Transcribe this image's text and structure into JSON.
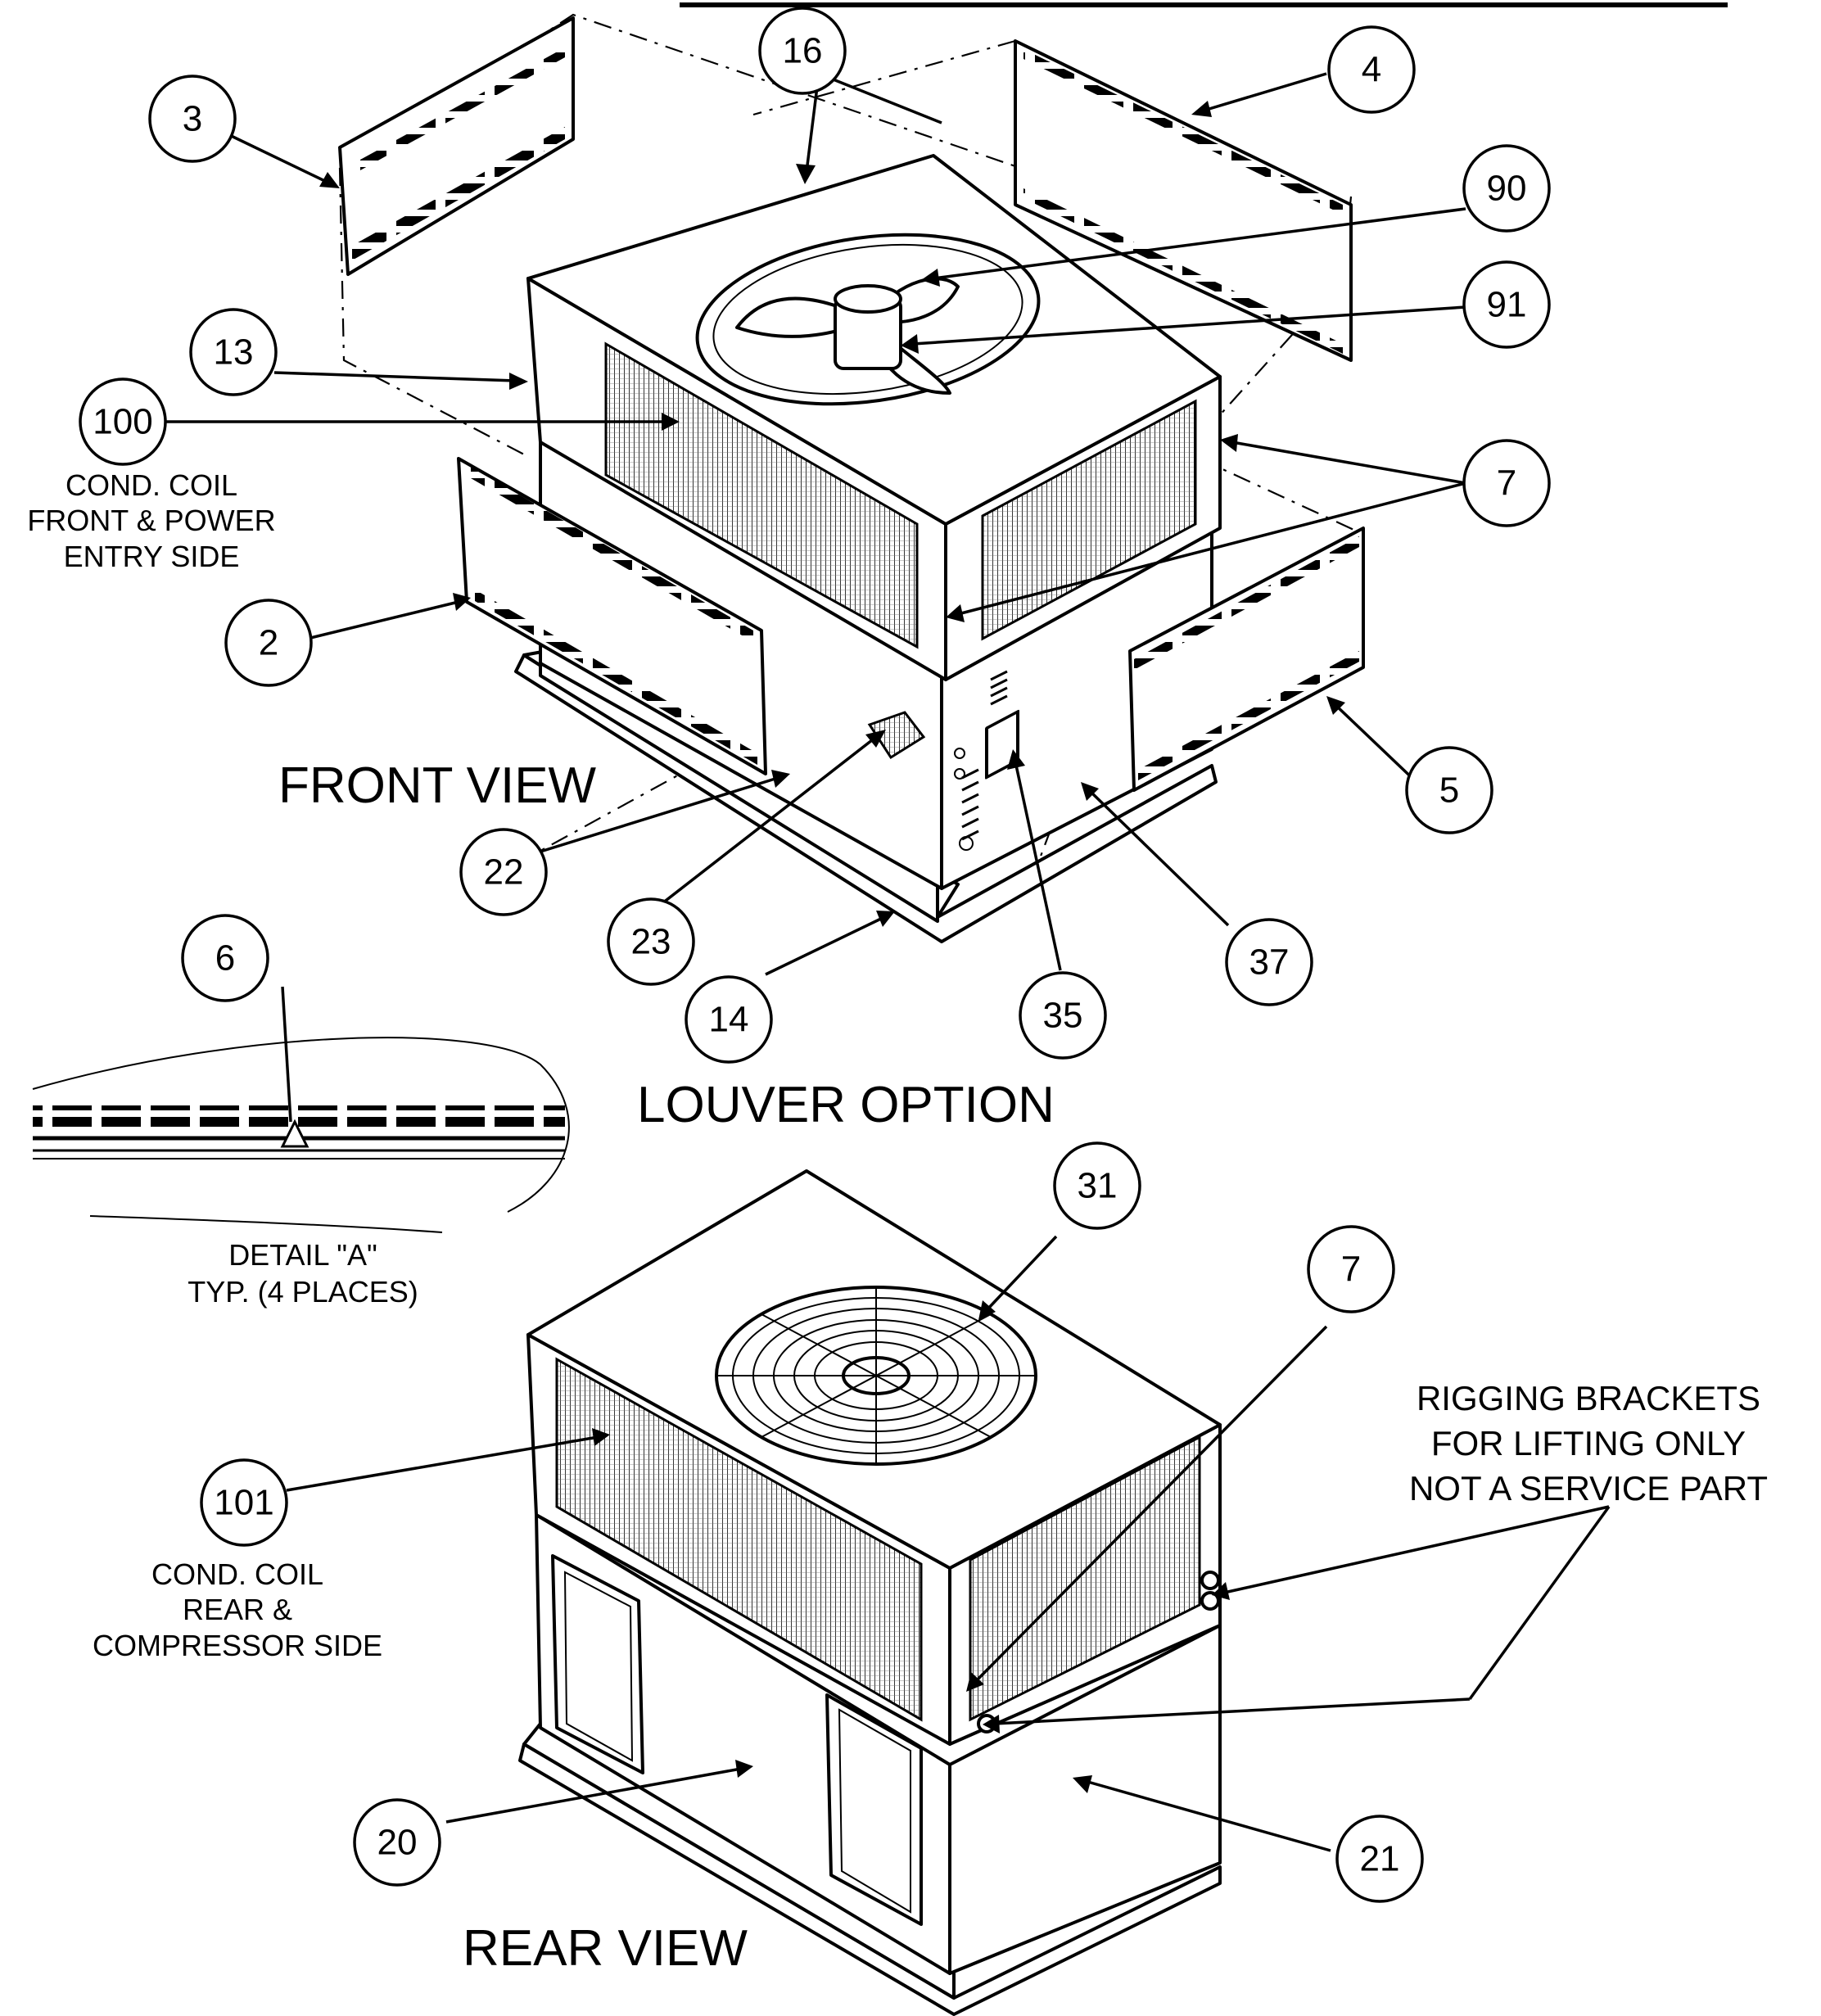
{
  "views": {
    "front": "FRONT VIEW",
    "rear": "REAR VIEW",
    "louver": "LOUVER OPTION"
  },
  "notes": {
    "cond_coil_front": [
      "COND. COIL",
      "FRONT & POWER",
      "ENTRY SIDE"
    ],
    "cond_coil_rear": [
      "COND. COIL",
      "REAR &",
      "COMPRESSOR SIDE"
    ],
    "detail_a": [
      "DETAIL \"A\"",
      "TYP. (4 PLACES)"
    ],
    "rigging": [
      "RIGGING BRACKETS",
      "FOR LIFTING ONLY",
      "NOT A SERVICE PART"
    ]
  },
  "callouts": {
    "c3": "3",
    "c16": "16",
    "c4": "4",
    "c90": "90",
    "c91": "91",
    "c13": "13",
    "c100": "100",
    "c7a": "7",
    "c2": "2",
    "c5": "5",
    "c22": "22",
    "c23": "23",
    "c37": "37",
    "c35": "35",
    "c14": "14",
    "c6": "6",
    "c31": "31",
    "c7b": "7",
    "c101": "101",
    "c20": "20",
    "c21": "21"
  }
}
